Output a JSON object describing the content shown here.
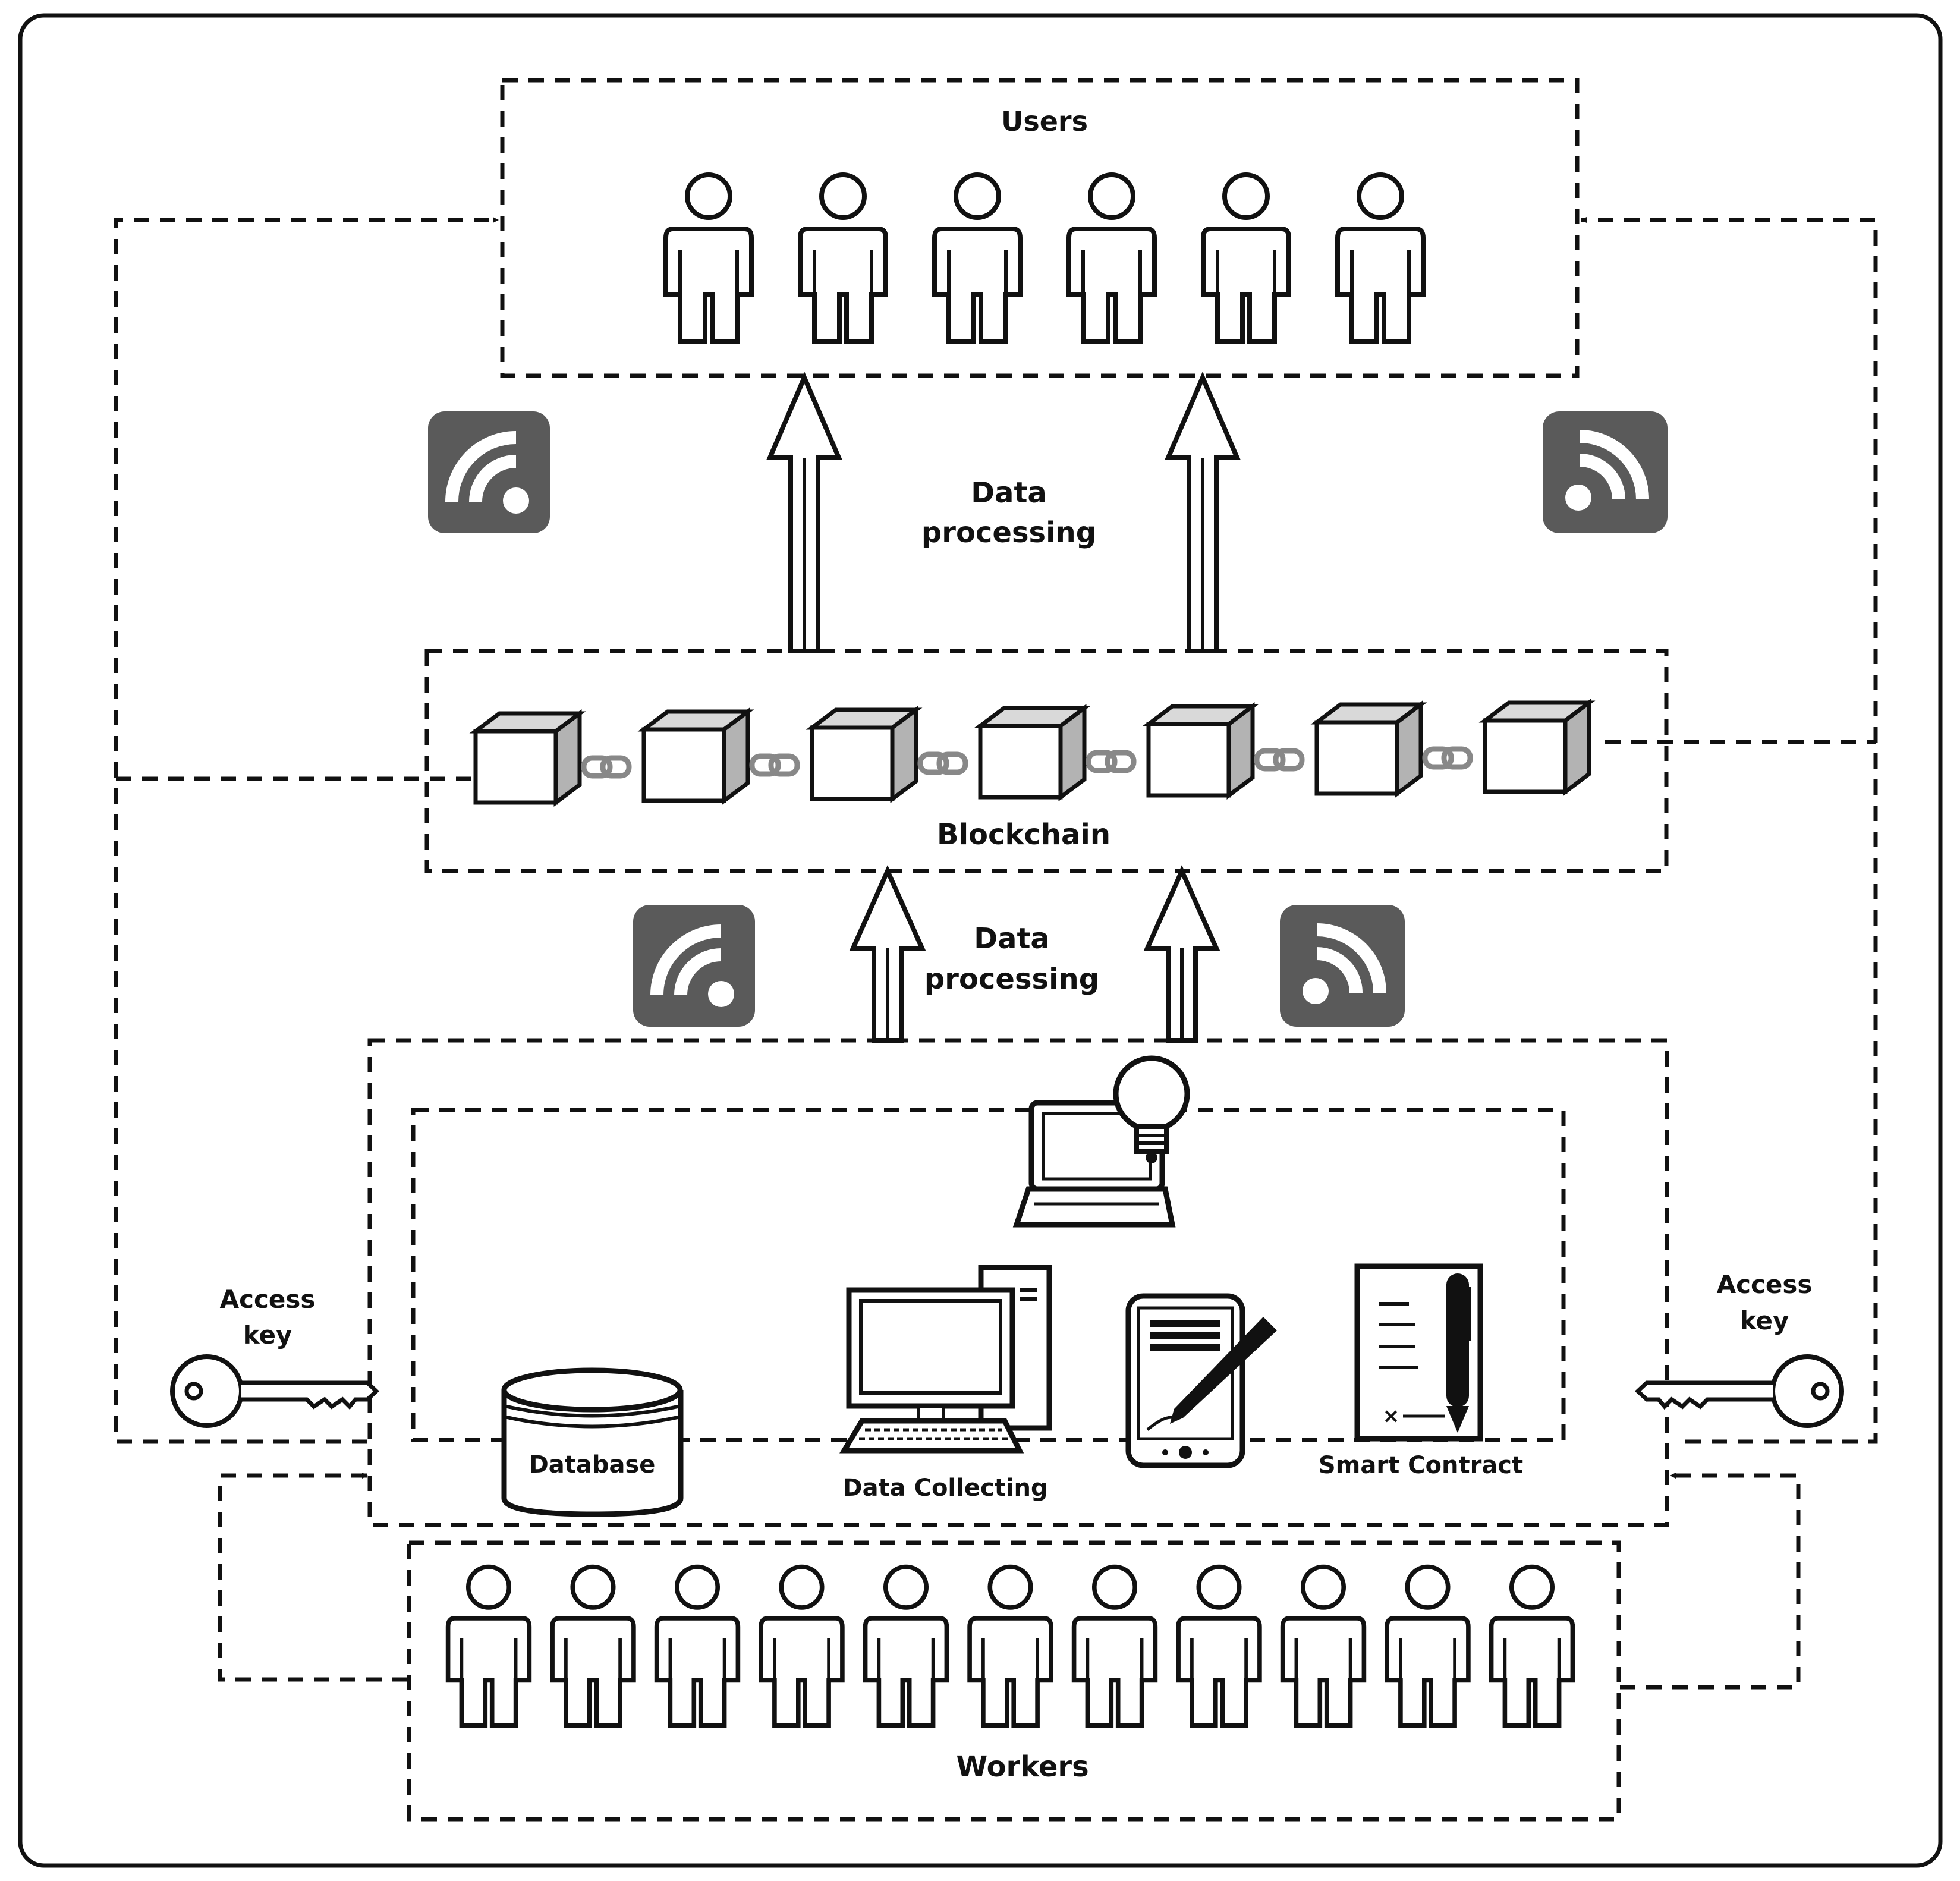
{
  "labels": {
    "users": "Users",
    "data_processing_top_1": "Data",
    "data_processing_top_2": "processing",
    "blockchain": "Blockchain",
    "data_processing_mid_1": "Data",
    "data_processing_mid_2": "processing",
    "access_key_left_1": "Access",
    "access_key_left_2": "key",
    "access_key_right_1": "Access",
    "access_key_right_2": "key",
    "database": "Database",
    "data_collecting": "Data Collecting",
    "smart_contract": "Smart Contract",
    "workers": "Workers"
  },
  "counts": {
    "users": 6,
    "blocks": 7,
    "workers": 11
  },
  "colors": {
    "stroke": "#111111",
    "icon_bg": "#5a5a5a",
    "block_side": "#b3b3b3"
  },
  "icons": [
    "person-icon",
    "feed-icon",
    "block-icon",
    "chain-link-icon",
    "key-icon",
    "database-icon",
    "computer-icon",
    "laptop-icon",
    "lightbulb-icon",
    "tablet-pen-icon",
    "contract-icon"
  ]
}
